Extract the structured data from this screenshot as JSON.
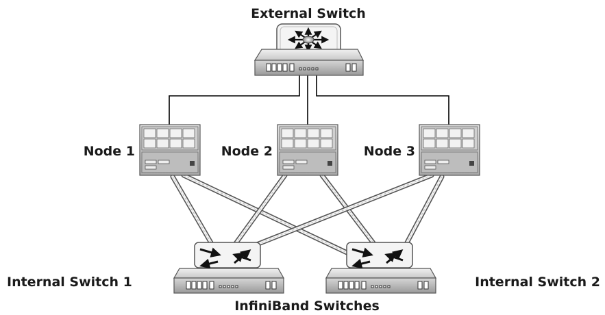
{
  "labels": {
    "external_switch": "External Switch",
    "node1": "Node 1",
    "node2": "Node 2",
    "node3": "Node 3",
    "internal_switch_1": "Internal Switch 1",
    "internal_switch_2": "Internal Switch 2",
    "infiniband": "InfiniBand Switches"
  },
  "nodes": [
    {
      "id": "node-1",
      "label": "Node 1"
    },
    {
      "id": "node-2",
      "label": "Node 2"
    },
    {
      "id": "node-3",
      "label": "Node 3"
    }
  ],
  "connections": {
    "ethernet": [
      "node-1",
      "node-2",
      "node-3"
    ],
    "infiniband": [
      [
        "node-1",
        "internal-switch-1"
      ],
      [
        "node-1",
        "internal-switch-2"
      ],
      [
        "node-2",
        "internal-switch-1"
      ],
      [
        "node-2",
        "internal-switch-2"
      ],
      [
        "node-3",
        "internal-switch-1"
      ],
      [
        "node-3",
        "internal-switch-2"
      ]
    ]
  },
  "icons": {
    "external_switch": "router-icon",
    "nodes": "server-tower-icon",
    "internal_switches": "network-switch-icon"
  }
}
